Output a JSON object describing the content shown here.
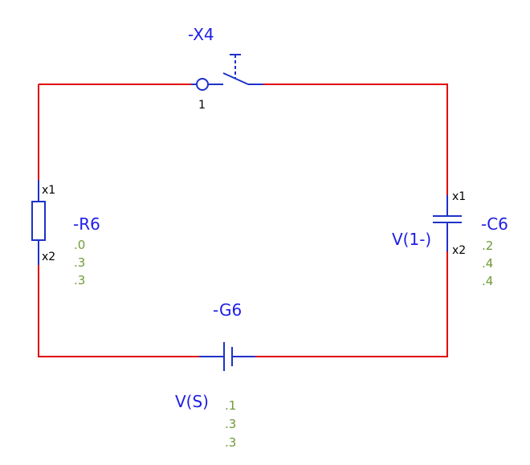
{
  "colors": {
    "wire": "#e00000",
    "symbol": "#1e32c8",
    "label": "#1e1ee6",
    "pin": "#000000",
    "attr": "#6f9a38",
    "background": "#ffffff"
  },
  "components": {
    "switch": {
      "ref": "-X4",
      "pin1": "1"
    },
    "resistor": {
      "ref": "-R6",
      "pin_top": "x1",
      "pin_bottom": "x2",
      "attrs": [
        ".0",
        ".3",
        ".3"
      ]
    },
    "capacitor": {
      "ref": "-C6",
      "pin_top": "x1",
      "pin_bottom": "x2",
      "net_label": "V(1-)",
      "attrs": [
        ".2",
        ".4",
        ".4"
      ]
    },
    "source": {
      "ref": "-G6",
      "net_label": "V(S)",
      "attrs": [
        ".1",
        ".3",
        ".3"
      ]
    }
  }
}
